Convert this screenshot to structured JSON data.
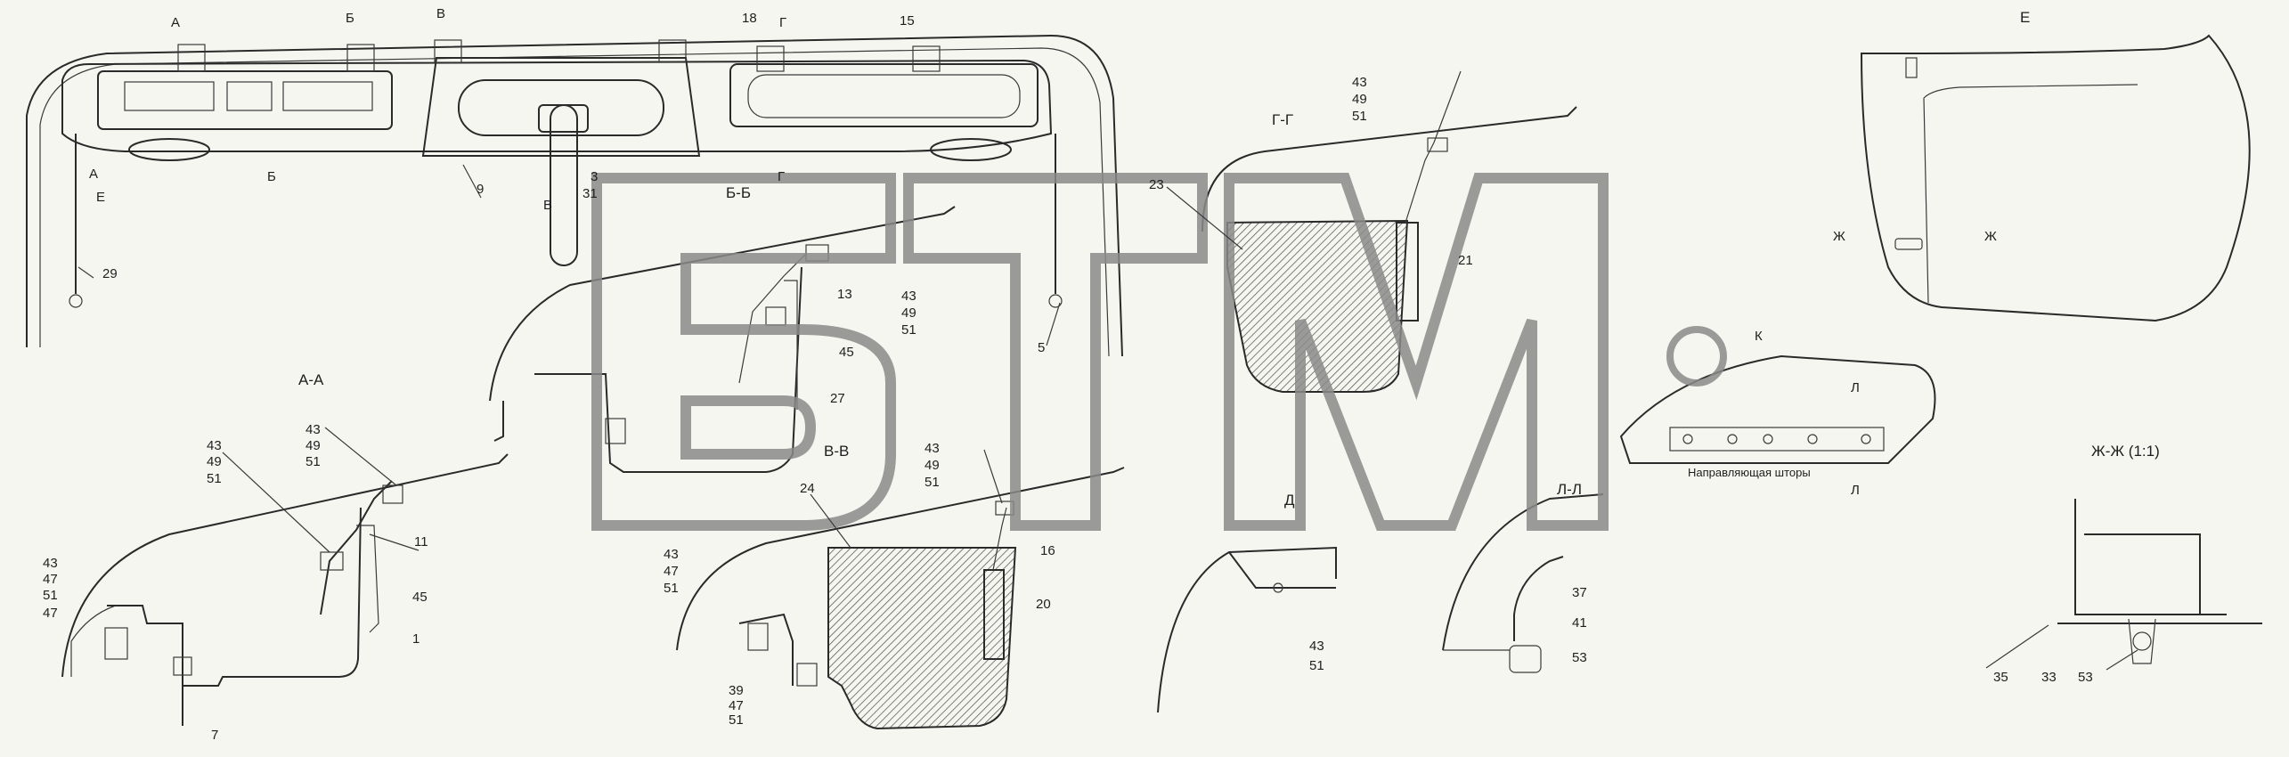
{
  "watermark": {
    "brand": "ВТМ",
    "registered": "®"
  },
  "views": {
    "A_A": "А-А",
    "B_B": "Б-Б",
    "V_V": "В-В",
    "G_G": "Г-Г",
    "D": "Д",
    "E": "Е",
    "K": "К",
    "L_L": "Л-Л",
    "ZH_ZH": "Ж-Ж (1:1)"
  },
  "cut_marks": {
    "A": "А",
    "B": "Б",
    "V": "В",
    "G": "Г",
    "E": "Е",
    "ZH": "Ж",
    "L": "Л",
    "K": "К"
  },
  "callouts": {
    "c1": "1",
    "c5": "5",
    "c7": "7",
    "c9": "9",
    "c11": "11",
    "c13": "13",
    "c15": "15",
    "c16": "16",
    "c18": "18",
    "c20": "20",
    "c21": "21",
    "c23": "23",
    "c24": "24",
    "c27": "27",
    "c29": "29",
    "c31": "31",
    "c33": "33",
    "c35": "35",
    "c37": "37",
    "c39": "39",
    "c41": "41",
    "c43": "43",
    "c45": "45",
    "c47": "47",
    "c49": "49",
    "c51": "51",
    "c53": "53",
    "c3": "3"
  },
  "notes": {
    "curtain_guide": "Направляющая шторы"
  }
}
